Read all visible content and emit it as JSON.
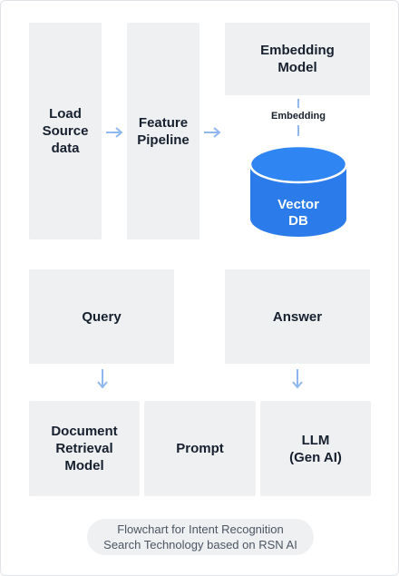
{
  "diagram": {
    "nodes": {
      "load_source": "Load\nSource\ndata",
      "feature_pipeline": "Feature\nPipeline",
      "embedding_model": "Embedding\nModel",
      "vector_db": "Vector\nDB",
      "query": "Query",
      "answer": "Answer",
      "document_retrieval": "Document\nRetrieval\nModel",
      "prompt": "Prompt",
      "llm": "LLM\n(Gen AI)"
    },
    "edge_labels": {
      "embedding": "Embedding"
    },
    "caption": "Flowchart for Intent Recognition\nSearch Technology based on RSN AI"
  },
  "colors": {
    "box_fill": "#eef0f2",
    "arrow": "#8fb8ee",
    "db_fill": "#2b7bea",
    "db_top": "#2f86f2",
    "db_rim": "#ffffff",
    "text": "#17202e",
    "caption_text": "#4c5663"
  }
}
